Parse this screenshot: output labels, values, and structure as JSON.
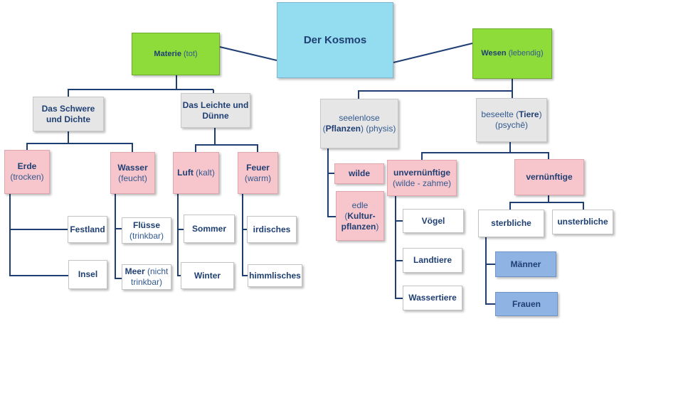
{
  "root": {
    "title": "Der Kosmos"
  },
  "materie": {
    "label": "Materie",
    "note": "(tot)"
  },
  "wesen": {
    "label": "Wesen",
    "note": "(lebendig)"
  },
  "schwere": {
    "line1": "Das Schwere",
    "line2": "und Dichte"
  },
  "leichte": {
    "line1": "Das Leichte und",
    "line2": "Dünne"
  },
  "erde": {
    "label": "Erde",
    "note": "(trocken)"
  },
  "wasser": {
    "label": "Wasser",
    "note": "(feucht)"
  },
  "luft": {
    "label": "Luft",
    "note": "(kalt)"
  },
  "feuer": {
    "label": "Feuer",
    "note": "(warm)"
  },
  "festland": {
    "label": "Festland"
  },
  "insel": {
    "label": "Insel"
  },
  "fluesse": {
    "label": "Flüsse",
    "note": "(trinkbar)"
  },
  "meer": {
    "label": "Meer",
    "note1": "(nicht",
    "note2": "trinkbar)"
  },
  "sommer": {
    "label": "Sommer"
  },
  "winter": {
    "label": "Winter"
  },
  "irdisches": {
    "label": "irdisches"
  },
  "himmlisches": {
    "label": "himmlisches"
  },
  "seelenlose": {
    "line1": "seelenlose",
    "open": "(",
    "bold": "Pflanzen",
    "close": ")",
    "note": "(physis)"
  },
  "beseelte": {
    "label": "beseelte",
    "open": "(",
    "bold": "Tiere",
    "close": ")",
    "note": "(psychē)"
  },
  "wilde": {
    "label": "wilde"
  },
  "edle": {
    "label": "edle",
    "open": "(",
    "bold1": "Kultur-",
    "bold2": "pflanzen",
    "close": ")"
  },
  "unvernuenftige": {
    "label": "unvernünftige",
    "note": "(wilde - zahme)"
  },
  "vernuenftige": {
    "label": "vernünftige"
  },
  "voegel": {
    "label": "Vögel"
  },
  "landtiere": {
    "label": "Landtiere"
  },
  "wassertiere": {
    "label": "Wassertiere"
  },
  "sterbliche": {
    "label": "sterbliche"
  },
  "unsterbliche": {
    "label": "unsterbliche"
  },
  "maenner": {
    "label": "Männer"
  },
  "frauen": {
    "label": "Frauen"
  },
  "colors": {
    "root": "#94dcef",
    "green": "#8edc3a",
    "gray": "#e6e6e6",
    "pink": "#f7c6cc",
    "white": "#ffffff",
    "blue": "#8fb3e3",
    "line": "#1f3f73"
  }
}
